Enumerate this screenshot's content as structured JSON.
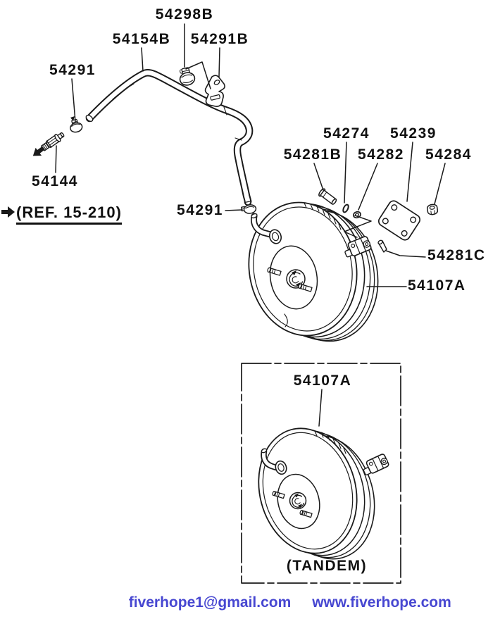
{
  "diagram": {
    "part_labels": {
      "hose_clamp_top": "54298B",
      "vacuum_hose": "54154B",
      "hose_bracket": "54291B",
      "hose_clamp_left": "54291",
      "fitting": "54144",
      "hose_clamp_mid": "54291",
      "clip": "54274",
      "gasket": "54239",
      "clevis_pin": "54281B",
      "o_ring": "54282",
      "nut": "54284",
      "snap_pin": "54281C",
      "booster": "54107A",
      "inset_booster": "54107A",
      "inset_caption": "(TANDEM)"
    },
    "ref_note": "(REF. 15-210)",
    "icons": {
      "ref_arrow": "solid right block arrow",
      "direction_arrow": "solid down-left block arrow"
    },
    "colors": {
      "line": "#1a1a1a",
      "background": "#ffffff"
    }
  },
  "footer": {
    "email": "fiverhope1@gmail.com",
    "website": "www.fiverhope.com",
    "link_color": "#4747d1"
  }
}
